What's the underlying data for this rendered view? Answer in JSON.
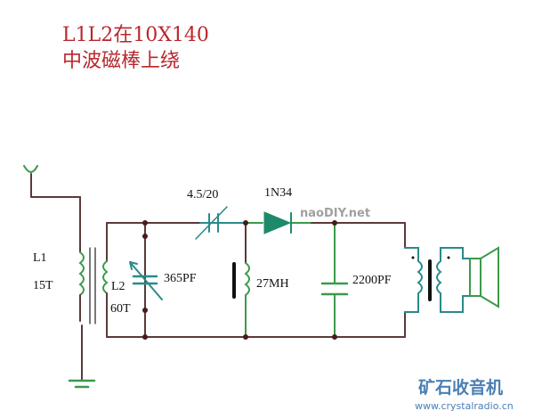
{
  "title": {
    "line1": "L1L2在10X140",
    "line2": "中波磁棒上绕"
  },
  "components": {
    "L1": {
      "name": "L1",
      "turns": "15T"
    },
    "L2": {
      "name": "L2",
      "turns": "60T"
    },
    "tuning_cap": "365PF",
    "trimmer_cap": "4.5/20",
    "diode": "1N34",
    "choke": "27MH",
    "filter_cap": "2200PF"
  },
  "watermarks": {
    "center": "naoDIY",
    "center_suffix": ".net",
    "logo_cn": "矿石收音机",
    "logo_url": "www.crystalradio.cn"
  },
  "colors": {
    "title": "#b8282e",
    "wire": "#5a3a3a",
    "component_green": "#3a9a4a",
    "component_teal": "#2a8a8a",
    "logo_blue": "#4a7fb5"
  }
}
